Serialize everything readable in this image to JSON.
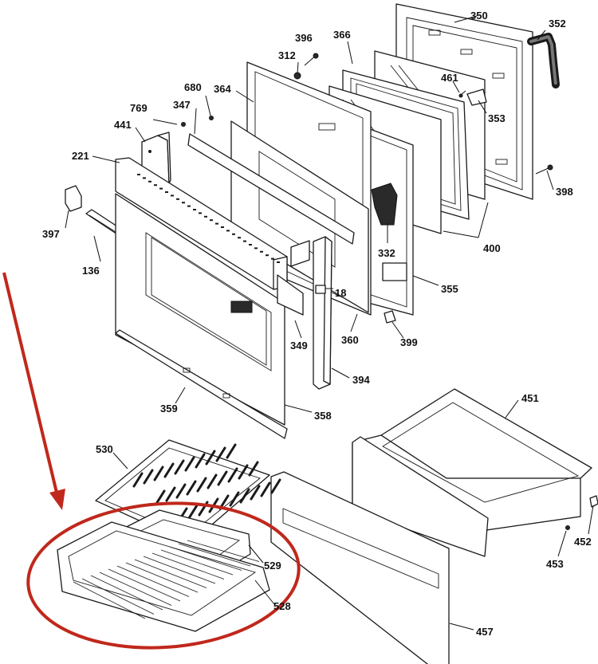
{
  "labels": {
    "l350": "350",
    "l352": "352",
    "l396": "396",
    "l366": "366",
    "l312": "312",
    "l461": "461",
    "l353": "353",
    "l680": "680",
    "l364": "364",
    "l347": "347",
    "l769": "769",
    "l441": "441",
    "l221": "221",
    "l398": "398",
    "l397": "397",
    "l400": "400",
    "l332": "332",
    "l136": "136",
    "l18": "18",
    "l355": "355",
    "l399": "399",
    "l349": "349",
    "l360": "360",
    "l394": "394",
    "l359": "359",
    "l358": "358",
    "l451": "451",
    "l530": "530",
    "l529": "529",
    "l452": "452",
    "l453": "453",
    "l528": "528",
    "l457": "457"
  },
  "colors": {
    "line": "#1a1a1a",
    "highlight": "#c0281c",
    "background": "#ffffff"
  }
}
